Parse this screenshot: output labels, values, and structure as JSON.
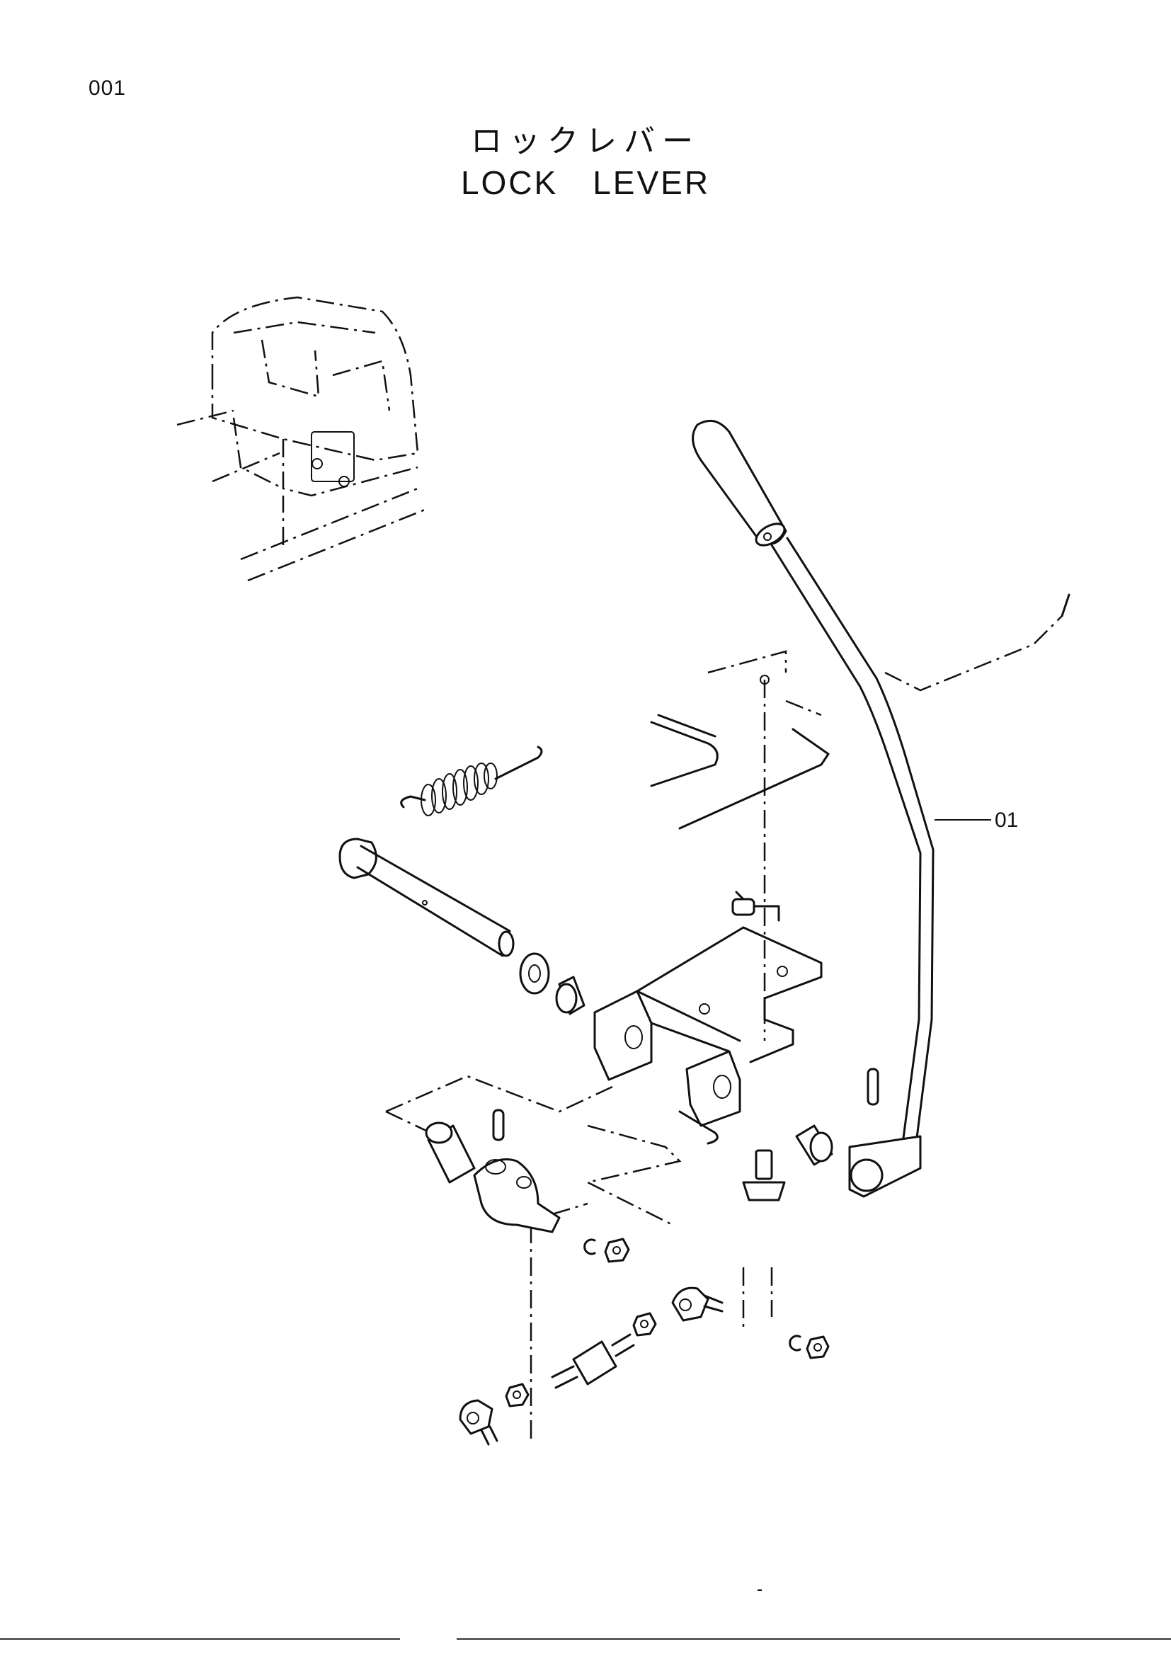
{
  "page_number": "001",
  "title": {
    "japanese": "ロックレバー",
    "english": "LOCK　LEVER"
  },
  "callouts": [
    {
      "id": "part-01",
      "label": "01"
    }
  ]
}
